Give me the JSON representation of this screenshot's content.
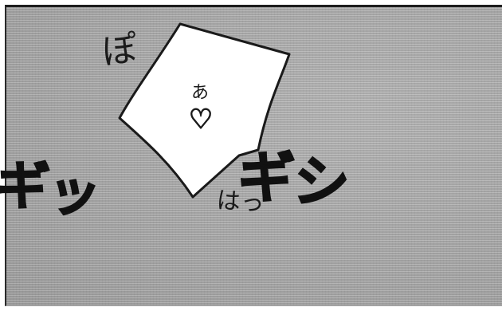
{
  "panel": {
    "sfx_left_top": "ぽ",
    "sfx_left_bottom": "ギッ",
    "sfx_right": "ギシ",
    "whisper": "はっ",
    "speech": {
      "line1": "あ",
      "line2": "♡"
    }
  },
  "colors": {
    "screentone": "#a9a9a9",
    "ink": "#1a1a1a",
    "paper": "#ffffff"
  }
}
